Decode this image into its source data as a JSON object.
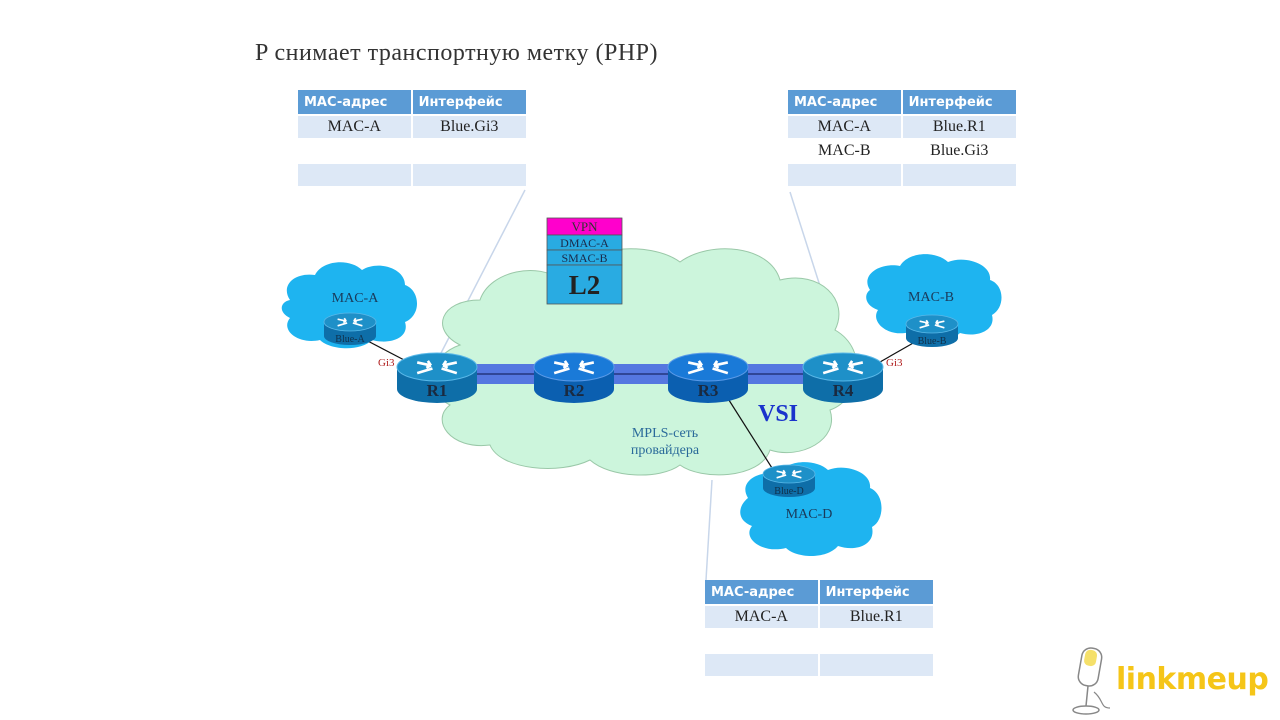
{
  "slide": {
    "title": "P снимает транспортную метку (PHP)"
  },
  "tables": {
    "left": {
      "headers": [
        "MAC-адрес",
        "Интерфейс"
      ],
      "rows": [
        [
          "MAC-A",
          "Blue.Gi3"
        ],
        [
          "",
          ""
        ],
        [
          "",
          ""
        ]
      ]
    },
    "right": {
      "headers": [
        "MAC-адрес",
        "Интерфейс"
      ],
      "rows": [
        [
          "MAC-A",
          "Blue.R1"
        ],
        [
          "MAC-B",
          "Blue.Gi3"
        ],
        [
          "",
          ""
        ]
      ]
    },
    "bottom": {
      "headers": [
        "MAC-адрес",
        "Интерфейс"
      ],
      "rows": [
        [
          "MAC-A",
          "Blue.R1"
        ],
        [
          "",
          ""
        ],
        [
          "",
          ""
        ]
      ]
    }
  },
  "packet": {
    "layers": [
      "VPN",
      "DMAC-A",
      "SMAC-B",
      "L2"
    ],
    "colors": {
      "vpn": "#ff00cc",
      "body": "#29abe2"
    }
  },
  "network": {
    "cloud_label_line1": "MPLS-сеть",
    "cloud_label_line2": "провайдера",
    "vsi_label": "VSI",
    "routers": [
      "R1",
      "R2",
      "R3",
      "R4"
    ],
    "customer_sites": [
      {
        "cloud": "MAC-A",
        "router": "Blue-A",
        "port": "Gi3"
      },
      {
        "cloud": "MAC-B",
        "router": "Blue-B",
        "port": "Gi3"
      },
      {
        "cloud": "MAC-D",
        "router": "Blue-D"
      }
    ],
    "colors": {
      "provider_cloud": "#ccf5dc",
      "customer_cloud": "#1eb4f0",
      "router": "#1e90c8",
      "router_dark": "#0e6ea8",
      "vsi": "#1a33cc",
      "link": "#5577e0",
      "port_label": "#b22222"
    }
  },
  "logo": {
    "text": "linkmeup",
    "color": "#f5c518"
  }
}
